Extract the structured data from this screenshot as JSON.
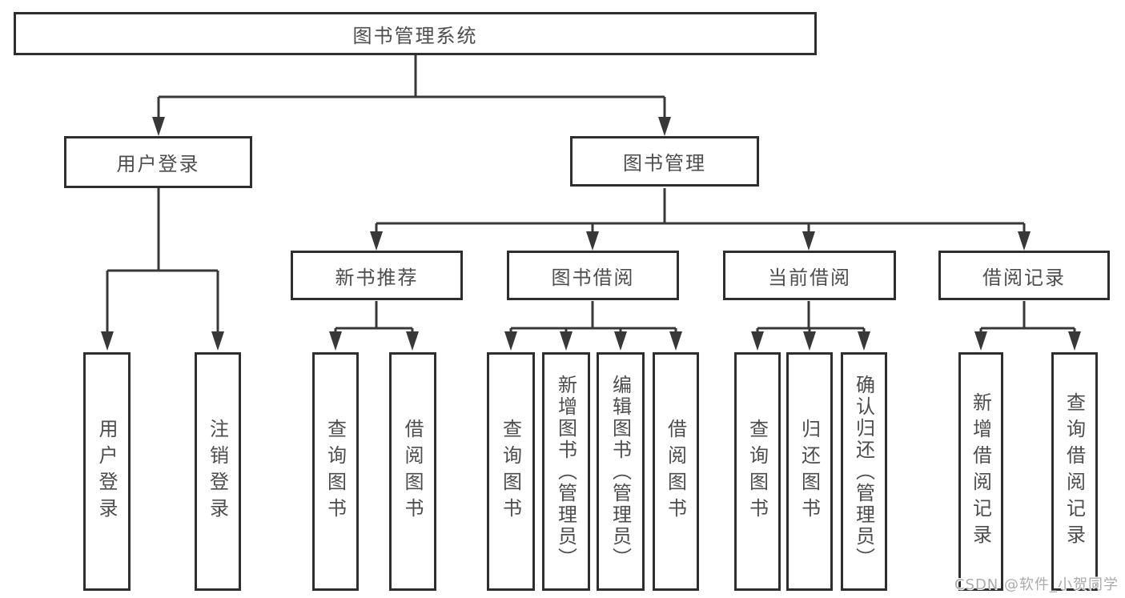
{
  "diagram_type": "function-structure-tree",
  "root": {
    "label": "图书管理系统"
  },
  "branches": [
    {
      "label": "用户登录",
      "leaves": [
        "用户登录",
        "注销登录"
      ]
    },
    {
      "label": "图书管理",
      "children": [
        {
          "label": "新书推荐",
          "leaves": [
            "查询图书",
            "借阅图书"
          ]
        },
        {
          "label": "图书借阅",
          "leaves": [
            "查询图书",
            "新增图书（管理员）",
            "编辑图书（管理员）",
            "借阅图书"
          ]
        },
        {
          "label": "当前借阅",
          "leaves": [
            "查询图书",
            "归还图书",
            "确认归还（管理员）"
          ]
        },
        {
          "label": "借阅记录",
          "leaves": [
            "新增借阅记录",
            "查询借阅记录"
          ]
        }
      ]
    }
  ],
  "watermark": {
    "text": "CSDN @软件_小贺同学"
  },
  "colors": {
    "background": "#ffffff",
    "box_border": "#2e2e2e",
    "connector_line": "#383838",
    "text": "#4d4d4d",
    "watermark_text": "#ababab"
  }
}
